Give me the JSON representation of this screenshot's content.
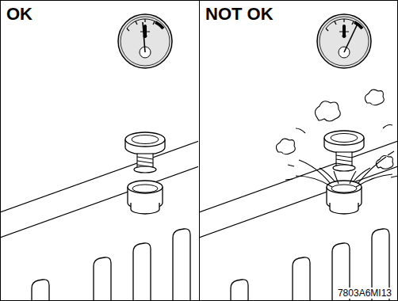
{
  "diagram": {
    "nodes": [
      {
        "text": [
          "OK"
        ]
      },
      {
        "text": [
          "NOT OK"
        ]
      }
    ],
    "labels": [
      "7803A6MI13"
    ]
  }
}
